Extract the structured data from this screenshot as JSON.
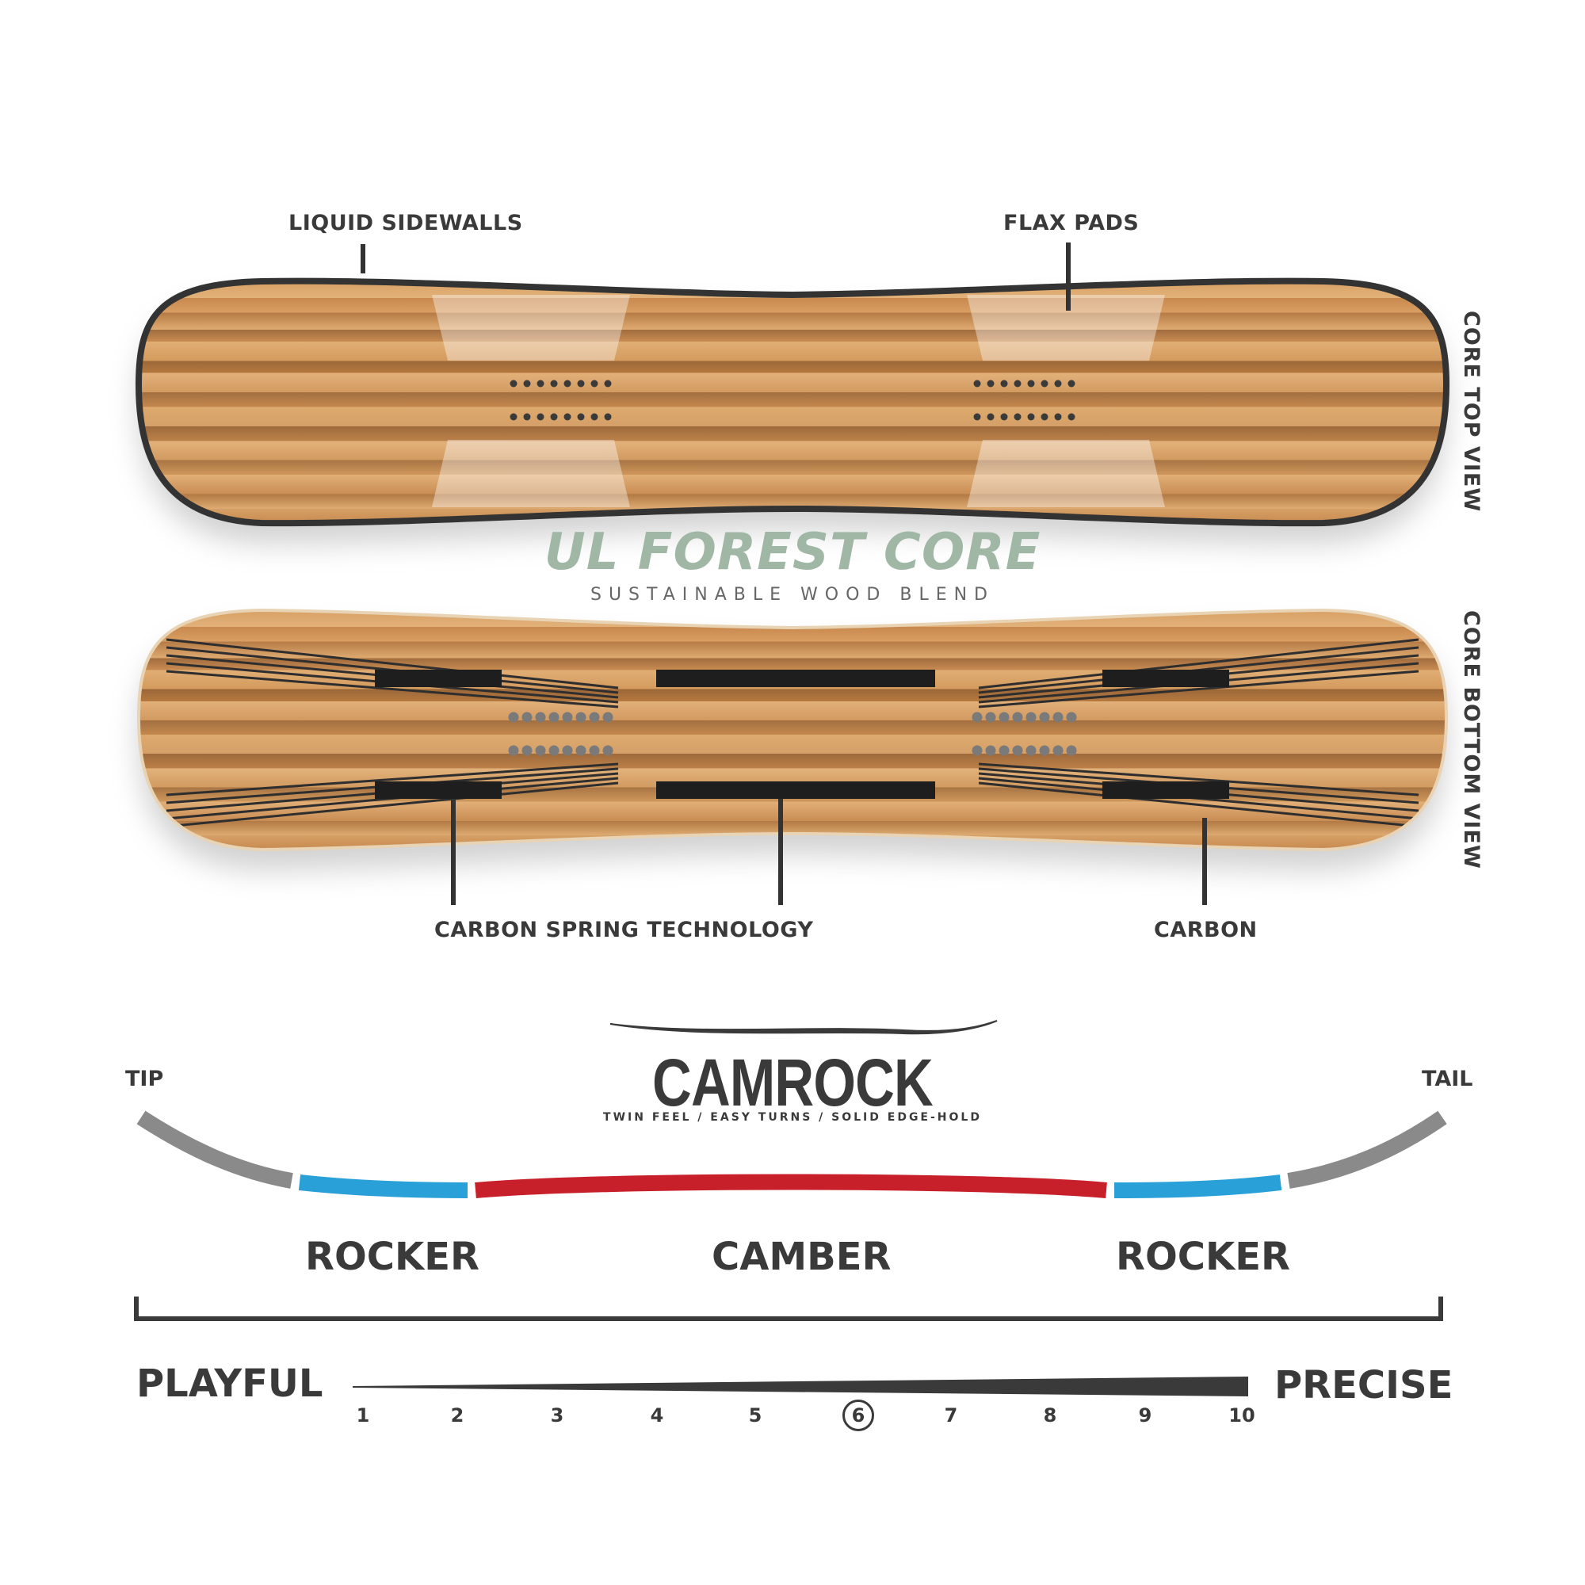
{
  "labels": {
    "liquid_sidewalls": "LIQUID SIDEWALLS",
    "flax_pads": "FLAX PADS",
    "core_top_view": "CORE TOP VIEW",
    "core_bottom_view": "CORE BOTTOM VIEW",
    "core_title": "UL FOREST CORE",
    "core_subtitle": "SUSTAINABLE WOOD BLEND",
    "carbon_spring": "CARBON SPRING TECHNOLOGY",
    "carbon": "CARBON"
  },
  "profile": {
    "name": "CAMROCK",
    "tagline": "TWIN FEEL / EASY TURNS / SOLID EDGE-HOLD",
    "tip": "TIP",
    "tail": "TAIL",
    "segments": [
      "ROCKER",
      "CAMBER",
      "ROCKER"
    ]
  },
  "flex": {
    "left_label": "PLAYFUL",
    "right_label": "PRECISE",
    "scale": [
      "1",
      "2",
      "3",
      "4",
      "5",
      "6",
      "7",
      "8",
      "9",
      "10"
    ],
    "value": 6
  },
  "colors": {
    "wood_light": "#d9a066",
    "wood_dark": "#a9713f",
    "outline": "#333333",
    "camber_red": "#c8202a",
    "rocker_blue": "#2aa0d8",
    "tip_grey": "#8a8a8a",
    "core_title_green": "#9fb7a4"
  }
}
